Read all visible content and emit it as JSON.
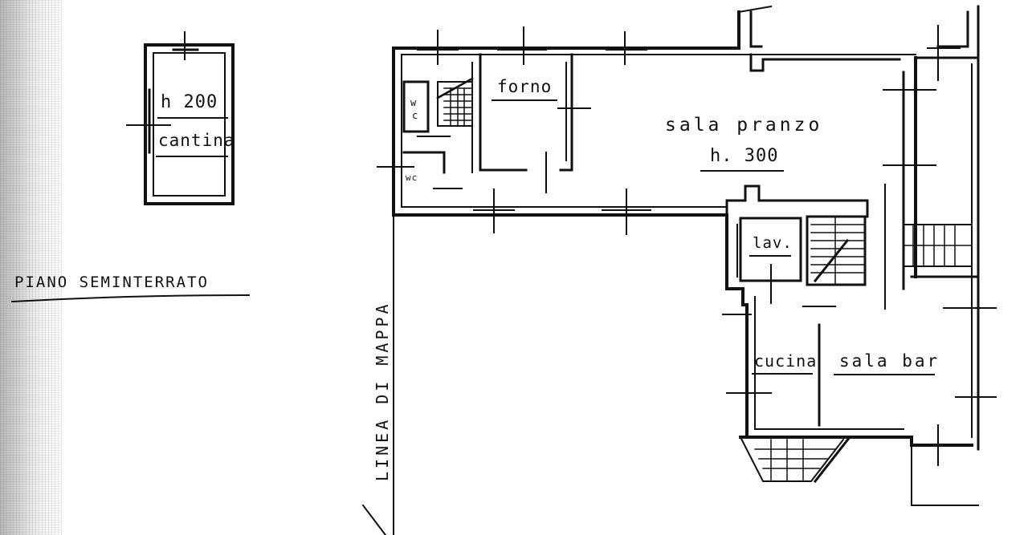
{
  "seminterrato": {
    "height": "h 200",
    "room": "cantina",
    "caption": "PIANO SEMINTERRATO"
  },
  "rooms": {
    "forno": "forno",
    "sala_pranzo": "sala pranzo",
    "sala_pranzo_height": "h. 300",
    "lav": "lav.",
    "cucina": "cucina",
    "sala_bar": "sala bar",
    "wc_upper_1": "w",
    "wc_upper_2": "c",
    "wc_lower": "wc"
  },
  "map_line_label": "LINEA DI MAPPA",
  "colors": {
    "ink": "#111111",
    "paper": "#ffffff"
  }
}
